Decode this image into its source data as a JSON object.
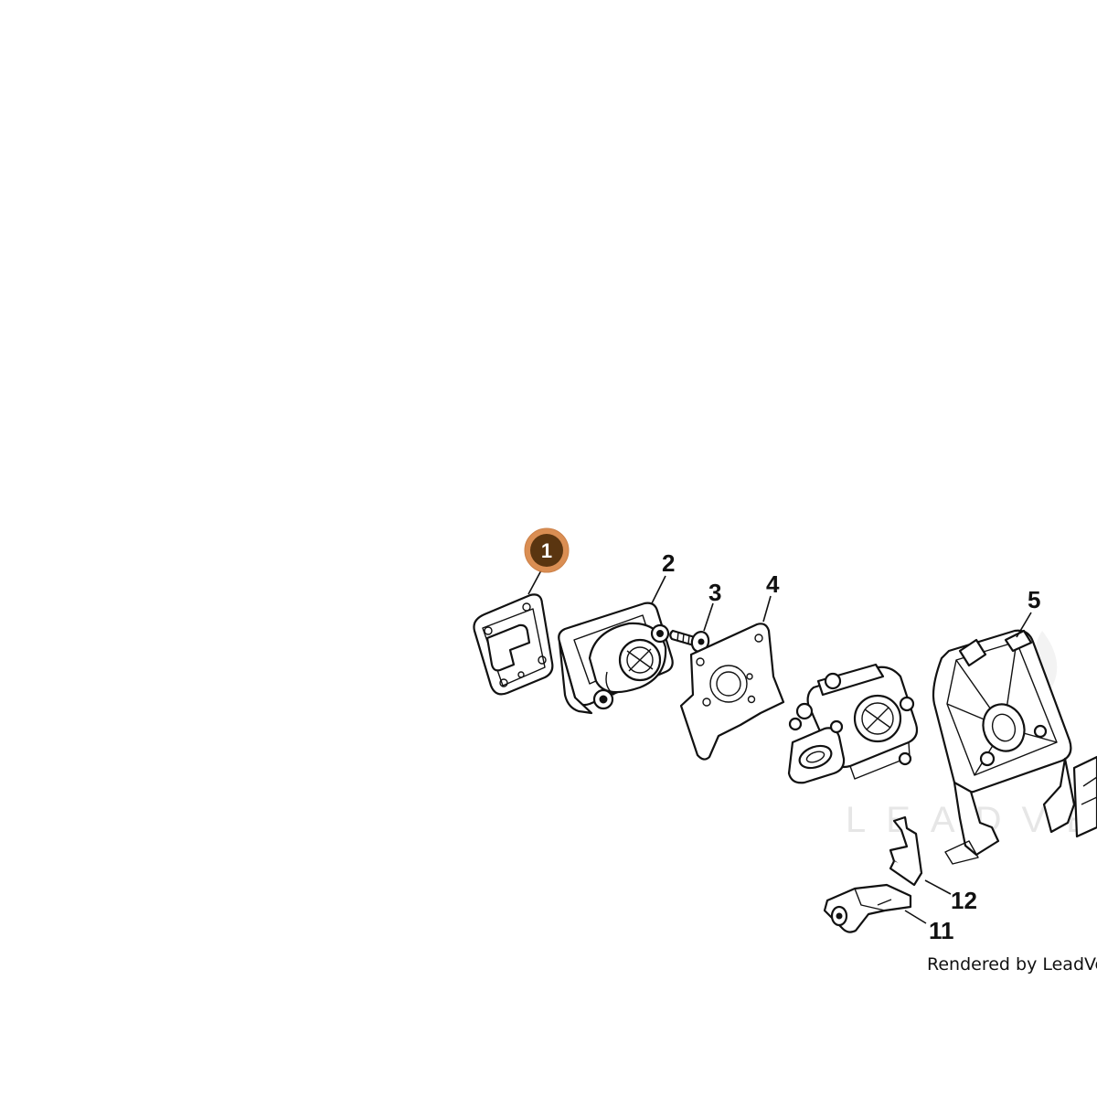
{
  "diagram": {
    "watermark": "LEADVENT",
    "credit": "Rendered by LeadVentu",
    "highlight_color": "#5a3510",
    "highlight_ring_color": "#d9894a",
    "callouts": {
      "c1": "1",
      "c2": "2",
      "c3": "3",
      "c4": "4",
      "c5": "5",
      "c11": "11",
      "c12": "12"
    },
    "parts": [
      "intake-gasket",
      "intake-manifold",
      "screw",
      "carburetor-gasket",
      "carburetor",
      "air-filter-holder",
      "bracket",
      "throttle-rod"
    ]
  }
}
